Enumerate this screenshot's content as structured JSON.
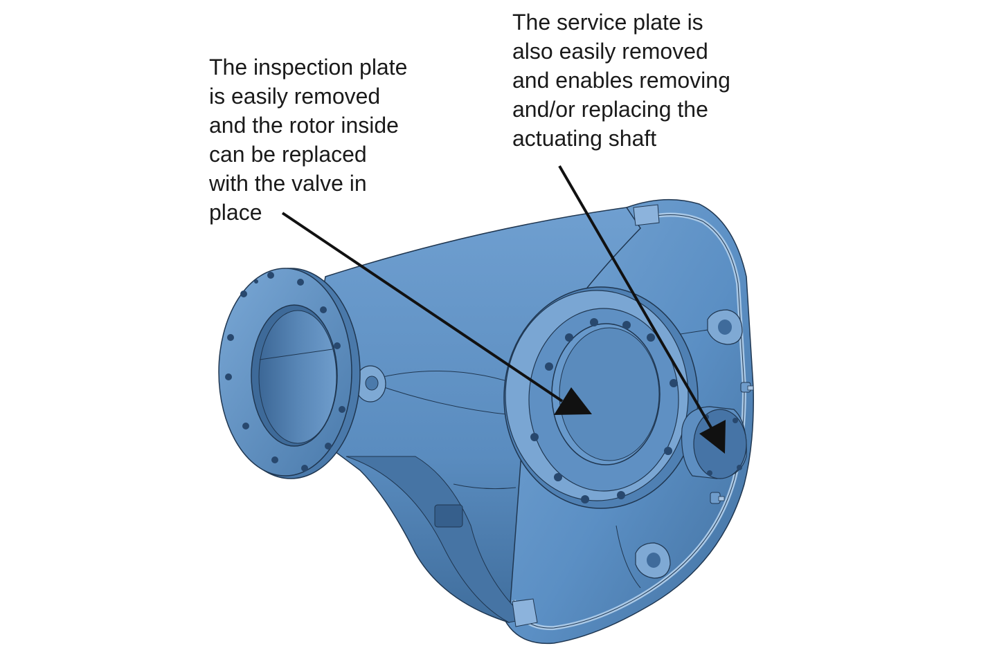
{
  "callouts": {
    "inspection": {
      "lines": [
        "The inspection plate",
        "is easily removed",
        "and the rotor inside",
        "can be replaced",
        "with the valve in",
        "place"
      ]
    },
    "service": {
      "lines": [
        "The service plate is",
        "also easily removed",
        "and enables removing",
        "and/or replacing the",
        "actuating shaft"
      ]
    }
  },
  "colors": {
    "valve_body": "#5b8fc4",
    "valve_shadow": "#3f6fa3",
    "valve_highlight": "#8fb7de",
    "outline": "#1f3650",
    "arrow": "#111111",
    "text": "#1a1a1a",
    "background": "#ffffff"
  },
  "figure": {
    "subject": "valve-body-illustration",
    "arrow_count": 2
  }
}
